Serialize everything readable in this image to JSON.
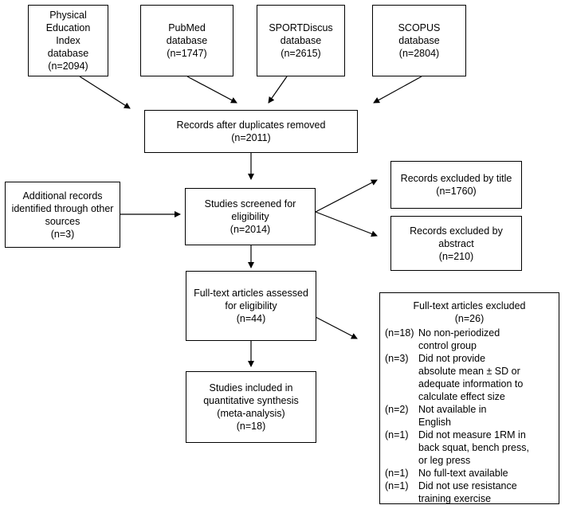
{
  "sources": [
    {
      "lines": [
        "Physical Education",
        "Index",
        "database",
        "(n=2094)"
      ]
    },
    {
      "lines": [
        "PubMed",
        "database",
        "(n=1747)"
      ]
    },
    {
      "lines": [
        "SPORTDiscus",
        "database",
        "(n=2615)"
      ]
    },
    {
      "lines": [
        "SCOPUS",
        "database",
        "(n=2804)"
      ]
    }
  ],
  "dedup": {
    "lines": [
      "Records after duplicates removed",
      "(n=2011)"
    ]
  },
  "additional": {
    "lines": [
      "Additional records",
      "identified through other",
      "sources",
      "(n=3)"
    ]
  },
  "screened": {
    "lines": [
      "Studies screened for",
      "eligibility",
      "(n=2014)"
    ]
  },
  "excluded_title": {
    "lines": [
      "Records excluded by title",
      "(n=1760)"
    ]
  },
  "excluded_abstract": {
    "lines": [
      "Records excluded by",
      "abstract",
      "(n=210)"
    ]
  },
  "fulltext": {
    "lines": [
      "Full-text articles assessed",
      "for eligibility",
      "(n=44)"
    ]
  },
  "included": {
    "lines": [
      "Studies included in",
      "quantitative synthesis",
      "(meta-analysis)",
      "(n=18)"
    ]
  },
  "fulltext_excluded": {
    "heading": [
      "Full-text articles excluded",
      "(n=26)"
    ],
    "reasons": [
      {
        "n": "(n=18)",
        "lines": [
          "No non-periodized",
          "control group"
        ]
      },
      {
        "n": "(n=3)",
        "lines": [
          "Did not provide",
          "absolute mean ± SD or",
          "adequate information to",
          "calculate effect size"
        ]
      },
      {
        "n": "(n=2)",
        "lines": [
          "Not available in",
          "English"
        ]
      },
      {
        "n": "(n=1)",
        "lines": [
          "Did not measure 1RM in",
          "back squat, bench press,",
          "or leg press"
        ]
      },
      {
        "n": "(n=1)",
        "lines": [
          "No full-text available"
        ]
      },
      {
        "n": "(n=1)",
        "lines": [
          "Did not use resistance",
          "training exercise"
        ]
      }
    ]
  }
}
